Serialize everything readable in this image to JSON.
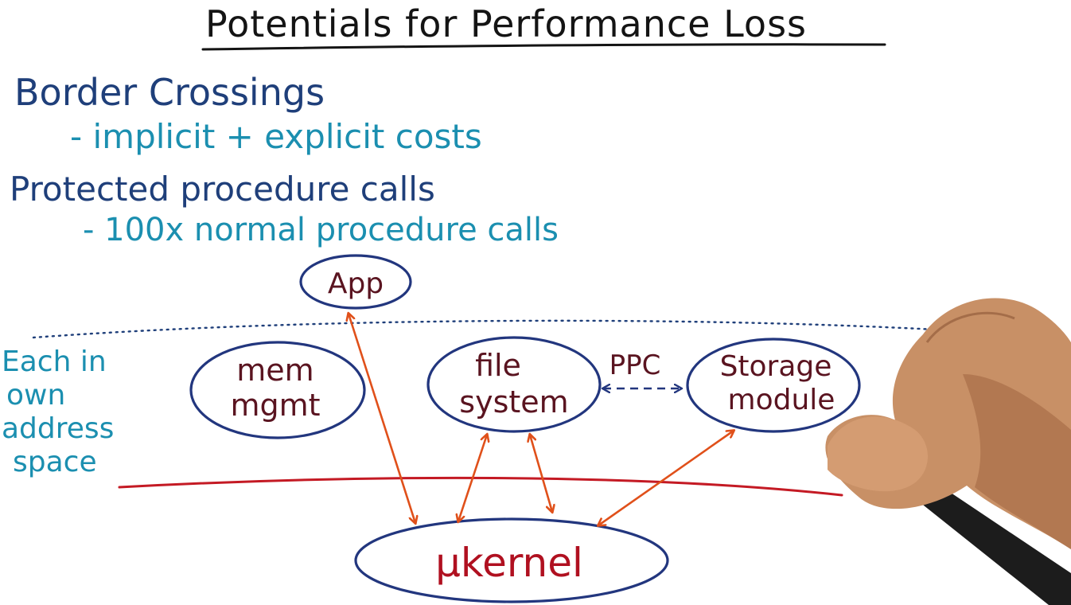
{
  "title": "Potentials for Performance Loss",
  "bullets": [
    {
      "text": "Border Crossings"
    },
    {
      "text": "- implicit + explicit costs"
    },
    {
      "text": "Protected procedure calls"
    },
    {
      "text": "- 100x normal procedure calls"
    }
  ],
  "side_note": [
    "Each in",
    "own",
    "address",
    "space"
  ],
  "nodes": {
    "app": "App",
    "mem_line1": "mem",
    "mem_line2": "mgmt",
    "fs_line1": "file",
    "fs_line2": "system",
    "storage_line1": "Storage",
    "storage_line2": "module",
    "kernel": "μkernel"
  },
  "ppc_label": "PPC",
  "colors": {
    "title": "#141414",
    "bullet_header": "#1f3f7a",
    "bullet_detail": "#1b8fb0",
    "node_outline": "#22367e",
    "node_text": "#5a1420",
    "arrow": "#e0501a",
    "kernel_line": "#c41a24",
    "kernel_text": "#b01020",
    "dotted_line": "#1f3f7a"
  }
}
